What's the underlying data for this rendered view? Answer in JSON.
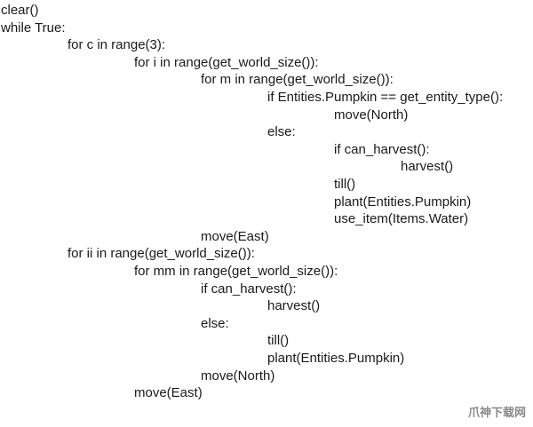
{
  "code_lines": [
    {
      "indent": 0,
      "text": "clear()"
    },
    {
      "indent": 0,
      "text": "while True:"
    },
    {
      "indent": 1,
      "text": "for c in range(3):"
    },
    {
      "indent": 2,
      "text": "for i in range(get_world_size()):"
    },
    {
      "indent": 3,
      "text": "for m in range(get_world_size()):"
    },
    {
      "indent": 4,
      "text": "if Entities.Pumpkin == get_entity_type():"
    },
    {
      "indent": 5,
      "text": "move(North)"
    },
    {
      "indent": 4,
      "text": "else:"
    },
    {
      "indent": 5,
      "text": "if can_harvest():"
    },
    {
      "indent": 6,
      "text": "harvest()"
    },
    {
      "indent": 5,
      "text": "till()"
    },
    {
      "indent": 5,
      "text": "plant(Entities.Pumpkin)"
    },
    {
      "indent": 5,
      "text": "use_item(Items.Water)"
    },
    {
      "indent": 3,
      "text": "move(East)"
    },
    {
      "indent": 1,
      "text": "for ii in range(get_world_size()):"
    },
    {
      "indent": 2,
      "text": "for mm in range(get_world_size()):"
    },
    {
      "indent": 3,
      "text": "if can_harvest():"
    },
    {
      "indent": 4,
      "text": "harvest()"
    },
    {
      "indent": 3,
      "text": "else:"
    },
    {
      "indent": 4,
      "text": "till()"
    },
    {
      "indent": 4,
      "text": "plant(Entities.Pumpkin)"
    },
    {
      "indent": 3,
      "text": "move(North)"
    },
    {
      "indent": 2,
      "text": "move(East)"
    }
  ],
  "watermark": "爪神下载网"
}
